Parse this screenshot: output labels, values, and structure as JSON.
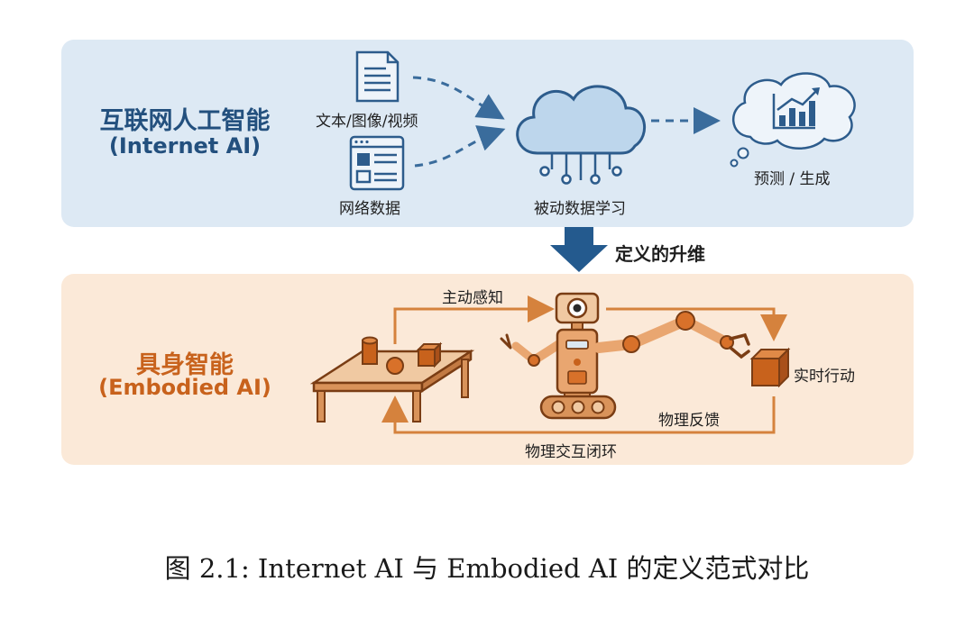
{
  "internet_ai": {
    "title_zh": "互联网人工智能",
    "title_en": "(Internet AI)",
    "source_text": "文本/图像/视频",
    "source_web": "网络数据",
    "process": "被动数据学习",
    "output": "预测 / 生成"
  },
  "transition": "定义的升维",
  "embodied_ai": {
    "title_zh": "具身智能",
    "title_en": "(Embodied AI)",
    "perception": "主动感知",
    "action": "实时行动",
    "feedback": "物理反馈",
    "loop": "物理交互闭环"
  },
  "caption": "图 2.1: Internet AI 与 Embodied AI 的定义范式对比",
  "colors": {
    "blue_panel": "#dde9f4",
    "orange_panel": "#fbe9d8",
    "blue_accent": "#23507e",
    "orange_accent": "#c8621c"
  }
}
